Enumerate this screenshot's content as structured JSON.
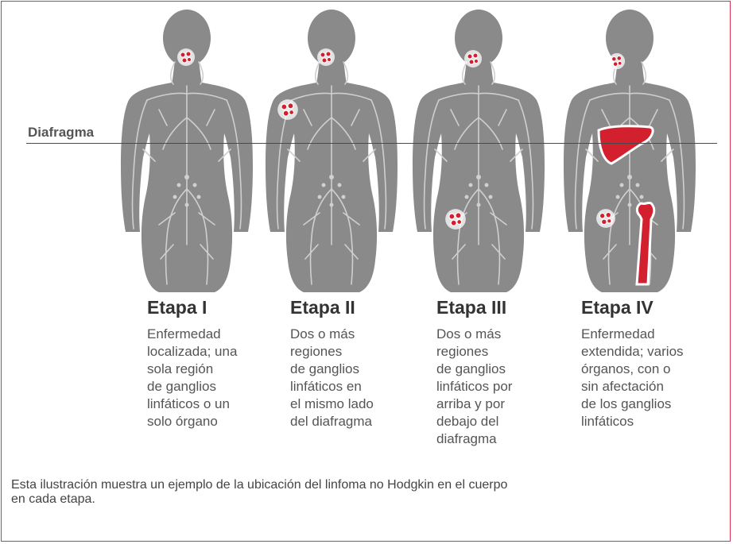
{
  "diaphragm_label": "Diafragma",
  "stages": [
    {
      "title": "Etapa I",
      "description_lines": [
        "Enfermedad",
        "localizada; una",
        "sola región",
        "de ganglios",
        "linfáticos o un",
        "solo órgano"
      ]
    },
    {
      "title": "Etapa II",
      "description_lines": [
        "Dos o más",
        "regiones",
        "de ganglios",
        "linfáticos en",
        "el mismo lado",
        "del diafragma"
      ]
    },
    {
      "title": "Etapa III",
      "description_lines": [
        "Dos o más",
        "regiones",
        "de ganglios",
        "linfáticos por",
        "arriba y por",
        "debajo del",
        "diafragma"
      ]
    },
    {
      "title": "Etapa IV",
      "description_lines": [
        "Enfermedad",
        "extendida; varios",
        "órganos, con o",
        "sin afectación",
        "de los ganglios",
        "linfáticos"
      ]
    }
  ],
  "caption_lines": [
    "Esta ilustración muestra un ejemplo de la ubicación del linfoma no Hodgkin en el cuerpo",
    "en cada etapa."
  ],
  "colors": {
    "border": "#d9324e",
    "body": "#8a8a8a",
    "lymph": "#c9c9c9",
    "affected": "#d2202f"
  }
}
